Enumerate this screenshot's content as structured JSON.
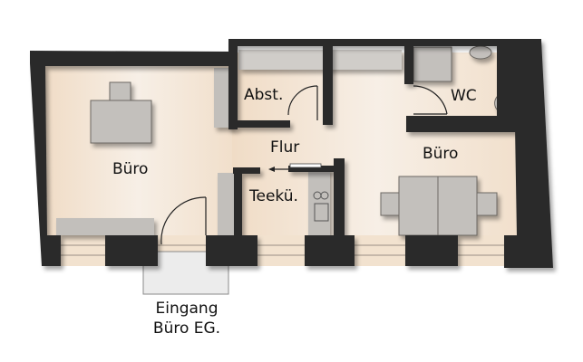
{
  "floorplan": {
    "rooms": {
      "buero_left": "Büro",
      "abst": "Abst.",
      "flur": "Flur",
      "teekue": "Teekü.",
      "wc": "WC",
      "buero_right": "Büro"
    },
    "entrance": {
      "line1": "Eingang",
      "line2": "Büro EG."
    }
  },
  "colors": {
    "wall": "#2b2b2b",
    "floor_warm": "#f1e0cc",
    "floor_light": "#f6ece2",
    "furniture": "#bdbab6",
    "window": "#f2e2cf",
    "entrance_step": "#ececec"
  }
}
